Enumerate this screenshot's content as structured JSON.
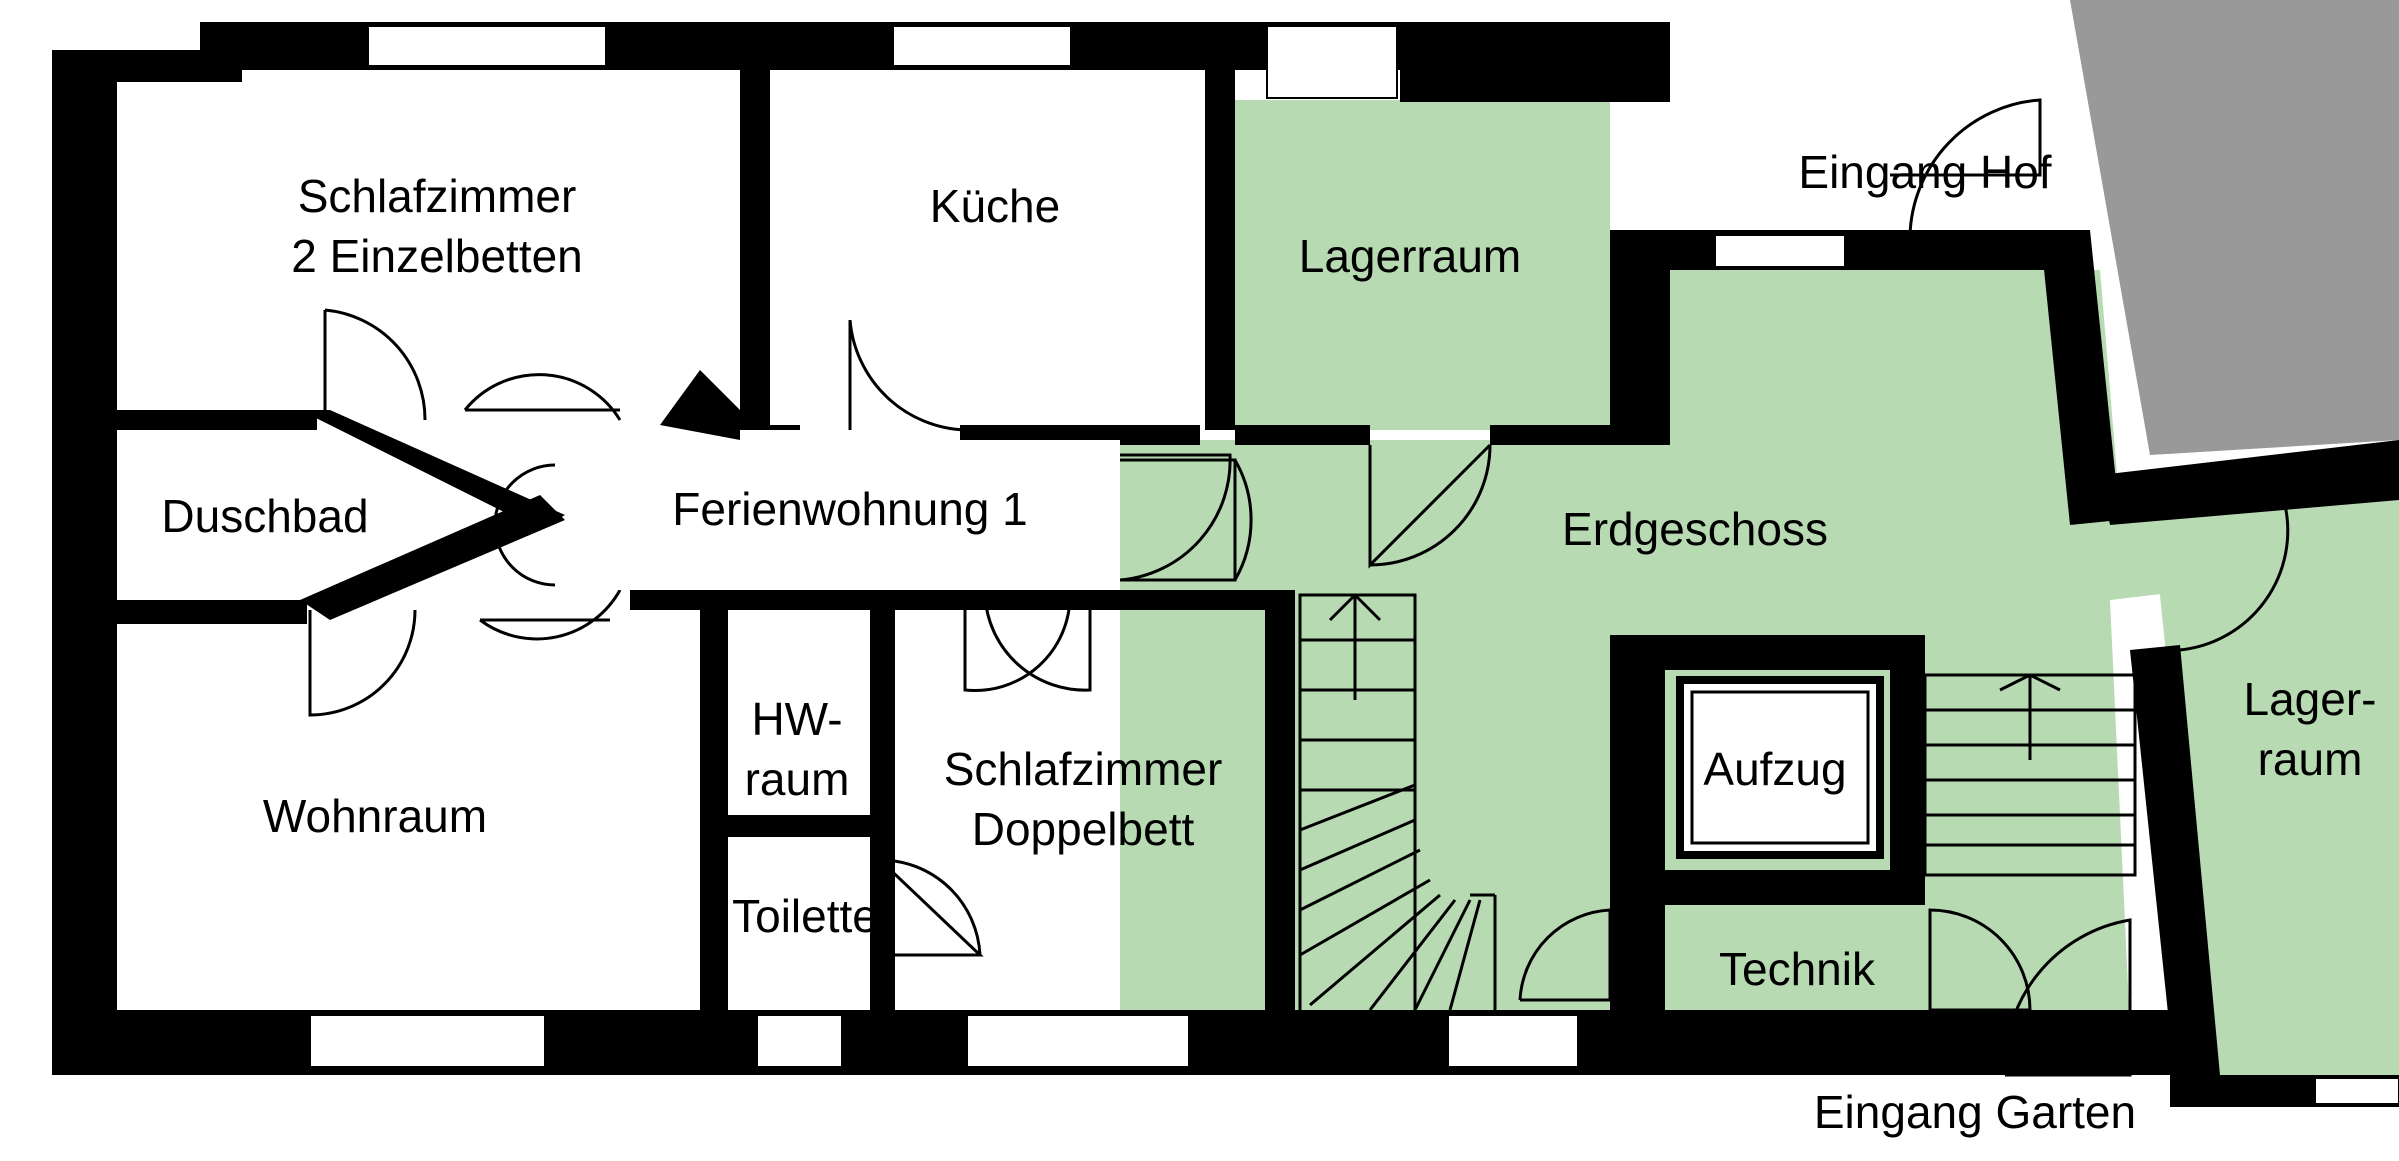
{
  "colors": {
    "common_area": "#b8dab3",
    "wall": "#000000",
    "neighbor": "#999999",
    "background": "#ffffff"
  },
  "rooms": {
    "schlafzimmer_1": "Schlafzimmer",
    "schlafzimmer_1_sub": "2 Einzelbetten",
    "kueche": "Küche",
    "lagerraum": "Lagerraum",
    "eingang_hof": "Eingang Hof",
    "duschbad": "Duschbad",
    "ferienwohnung": "Ferienwohnung 1",
    "erdgeschoss": "Erdgeschoss",
    "hw_raum_1": "HW-",
    "hw_raum_2": "raum",
    "schlafzimmer_2": "Schlafzimmer",
    "schlafzimmer_2_sub": "Doppelbett",
    "aufzug": "Aufzug",
    "lager_raum_1": "Lager-",
    "lager_raum_2": "raum",
    "wohnraum": "Wohnraum",
    "toilette": "Toilette",
    "technik": "Technik",
    "eingang_garten": "Eingang Garten"
  }
}
